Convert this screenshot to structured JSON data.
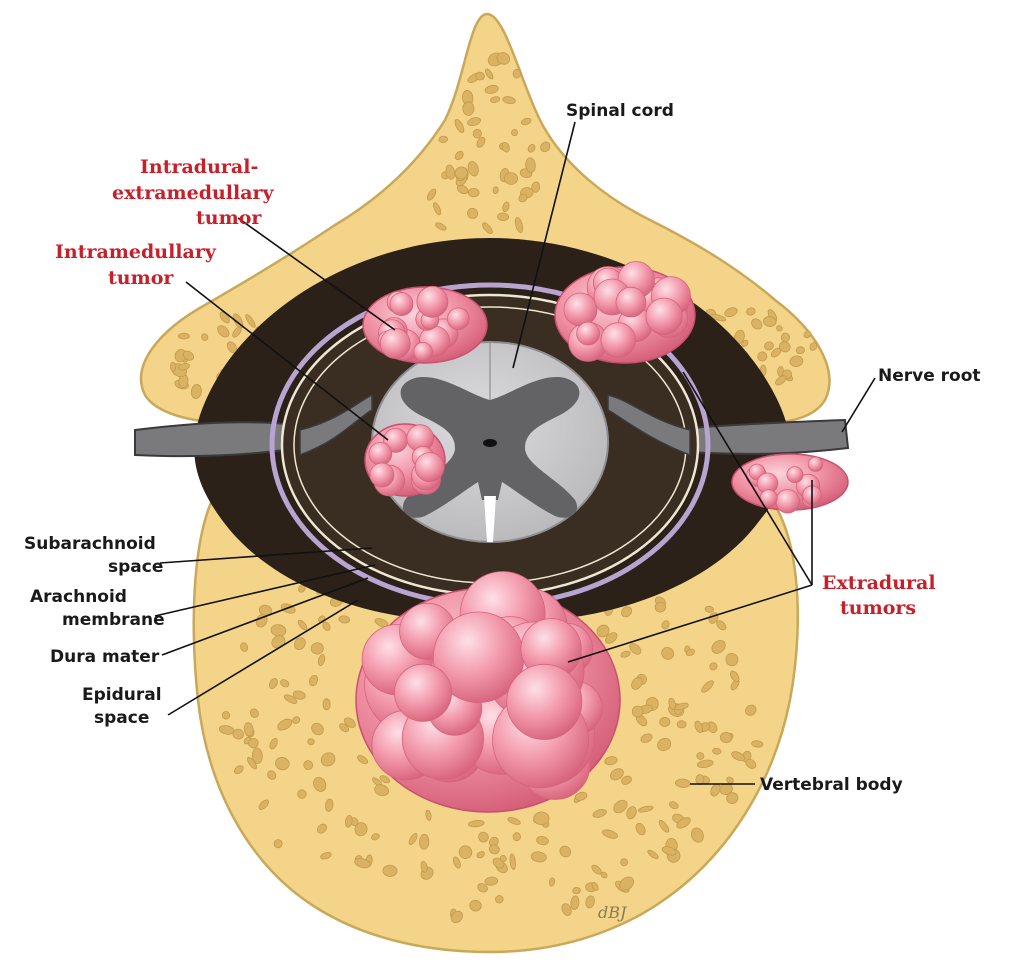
{
  "labels": {
    "spinal_cord": "Spinal cord",
    "intradural_extramedullary_line1": "Intradural-",
    "intradural_extramedullary_line2": "extramedullary",
    "intradural_extramedullary_line3": "tumor",
    "intramedullary_line1": "Intramedullary",
    "intramedullary_line2": "tumor",
    "nerve_root": "Nerve root",
    "subarachnoid_line1": "Subarachnoid",
    "subarachnoid_line2": "space",
    "arachnoid_line1": "Arachnoid",
    "arachnoid_line2": "membrane",
    "dura_mater": "Dura mater",
    "epidural_line1": "Epidural",
    "epidural_line2": "space",
    "extradural_line1": "Extradural",
    "extradural_line2": "tumors",
    "vertebral_body": "Vertebral body"
  },
  "signature": "dBJ",
  "colors": {
    "bone": "#f3d489",
    "bone_outline": "#c9a85a",
    "bone_pore": "#d4ae62",
    "epidural": "#2b2118",
    "dura": "#b9a3d0",
    "csf": "#efe7d2",
    "white_matter": "#c7c7c9",
    "gray_matter": "#636366",
    "tumor": "#ef8fa2",
    "tumor_highlight": "#f8c7d0",
    "tumor_shadow": "#d9607a",
    "label_red": "#c8202a",
    "label_black": "#1a1a1a"
  }
}
